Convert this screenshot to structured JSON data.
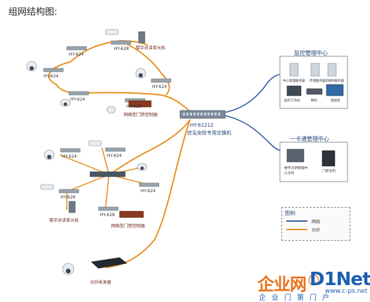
{
  "title": "组网结构图:",
  "labels": {
    "top_intercom": "楼宇对讲单元机",
    "hy624_top_left": "HY-624",
    "hy628_top": "HY-628",
    "hy624_left_mid": "HY-624",
    "hy624_right_mid": "HY-624",
    "hy624_bottom": "HY-624",
    "hy628_ctrl": "HY-628",
    "net_door_ctrl_top": "网络型门禁控制器",
    "hy61212": "HY-61212",
    "switch_name": "信泓安防专用交换机",
    "hy624_lower_a": "HY-624",
    "hy624_lower_b": "HY-624",
    "hy624_lower_c": "HY-624",
    "hy628_lower": "HY-628",
    "hy628_lower2": "HY-628",
    "intercom_lower": "楼宇对讲单元机",
    "net_door_ctrl_lower": "网络型门禁控制器",
    "fiber_transceiver": "光纤收发器"
  },
  "monitor_center": {
    "heading": "监控管理中心",
    "items": [
      "中心管理服务器",
      "存储服务器",
      "流媒体服务器",
      "监控工作站",
      "解码",
      "电视墙"
    ]
  },
  "card_center": {
    "heading": "一卡通管理中心",
    "items": [
      "楼宇对讲管理中心主机",
      "门禁主机"
    ]
  },
  "legend": {
    "title": "图例:",
    "items": [
      {
        "label": "网线",
        "color": "#3a5fa8"
      },
      {
        "label": "光纤",
        "color": "#e8932a"
      }
    ]
  },
  "watermark": {
    "cn": "企业网",
    "brand": "D1Net",
    "url": "www.c-ps.net",
    "sub": "企业门第门户"
  },
  "colors": {
    "fiber": "#e8932a",
    "network": "#3a5fa8",
    "heading": "#1d3f73"
  }
}
